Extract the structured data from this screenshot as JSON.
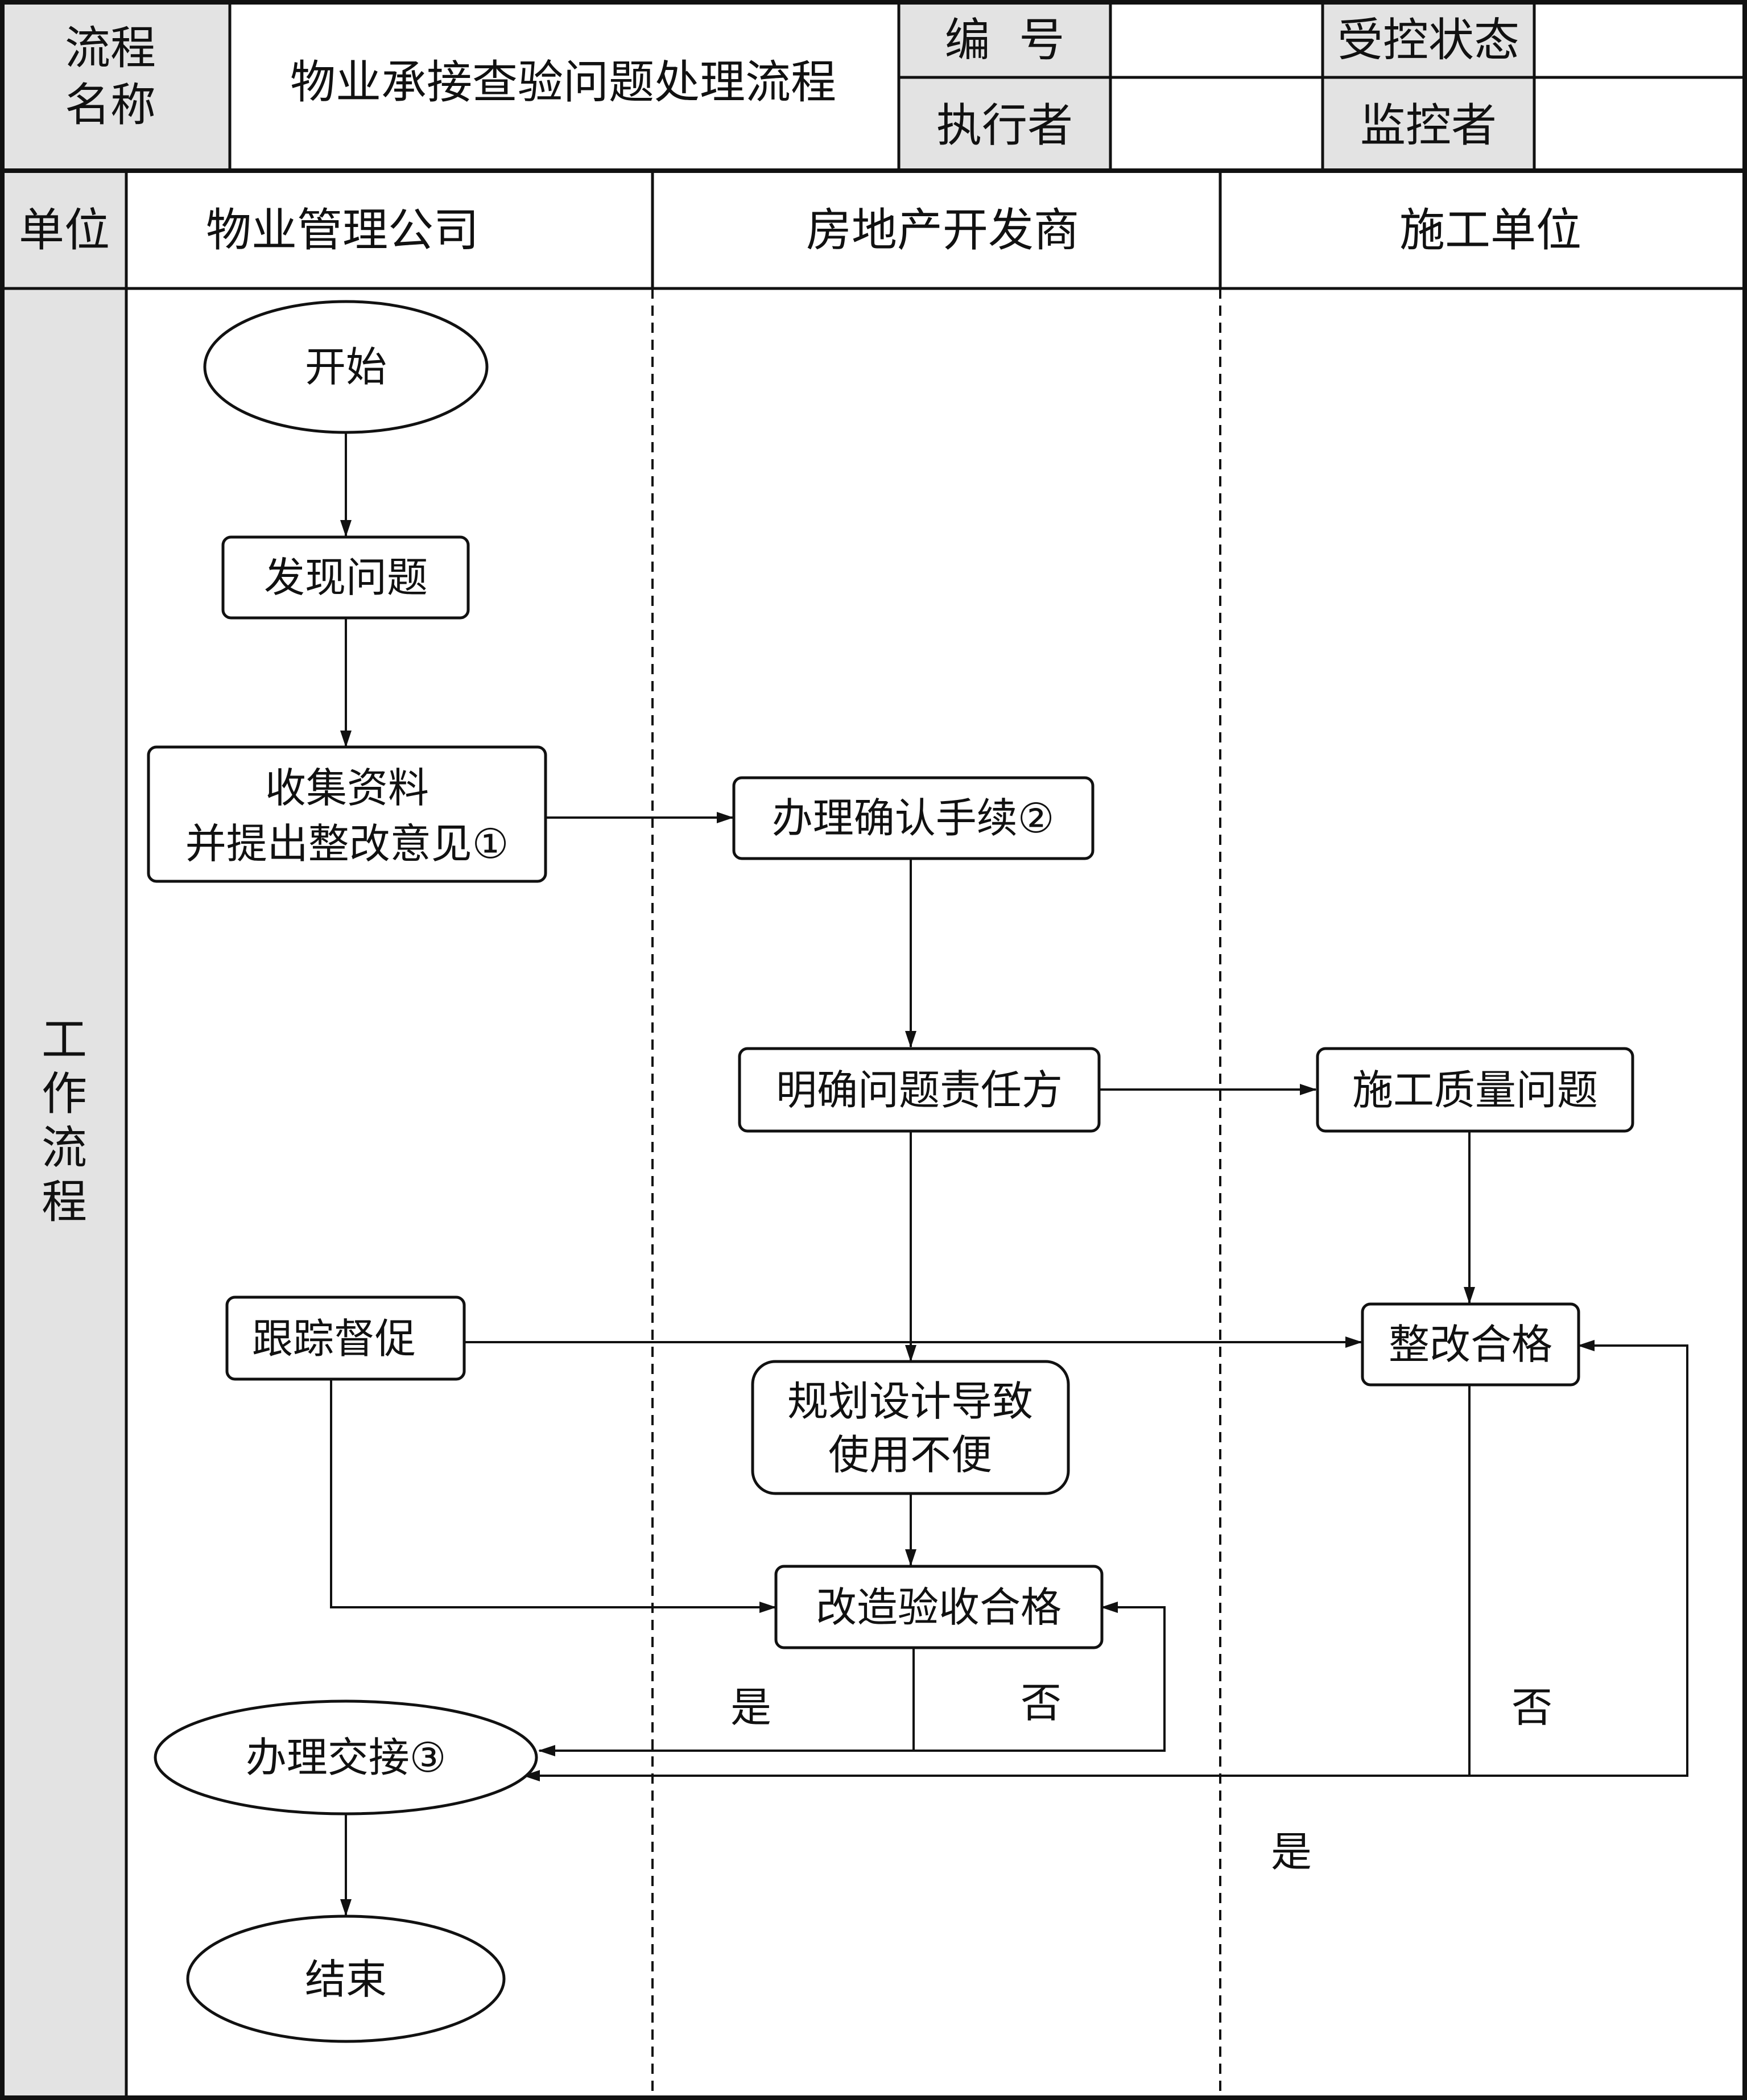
{
  "header": {
    "name_label_line1": "流程",
    "name_label_line2": "名称",
    "process_name": "物业承接查验问题处理流程",
    "number_label": "编  号",
    "number_value": "",
    "executor_label": "执行者",
    "executor_value": "",
    "control_status_label": "受控状态",
    "control_status_value": "",
    "monitor_label": "监控者",
    "monitor_value": ""
  },
  "lanes": {
    "unit_label": "单位",
    "lane1": "物业管理公司",
    "lane2": "房地产开发商",
    "lane3": "施工单位",
    "workflow_label": [
      "工",
      "作",
      "流",
      "程"
    ]
  },
  "nodes": {
    "start": "开始",
    "find_problem": "发现问题",
    "collect_line1": "收集资料",
    "collect_line2": "并提出整改意见①",
    "confirm": "办理确认手续②",
    "identify": "明确问题责任方",
    "construction_issue": "施工质量问题",
    "track": "跟踪督促",
    "rectify_ok": "整改合格",
    "design_line1": "规划设计导致",
    "design_line2": "使用不便",
    "renovate_ok": "改造验收合格",
    "handover": "办理交接③",
    "end": "结束"
  },
  "edge_labels": {
    "yes_left": "是",
    "no_middle": "否",
    "no_right": "否",
    "yes_right": "是"
  }
}
